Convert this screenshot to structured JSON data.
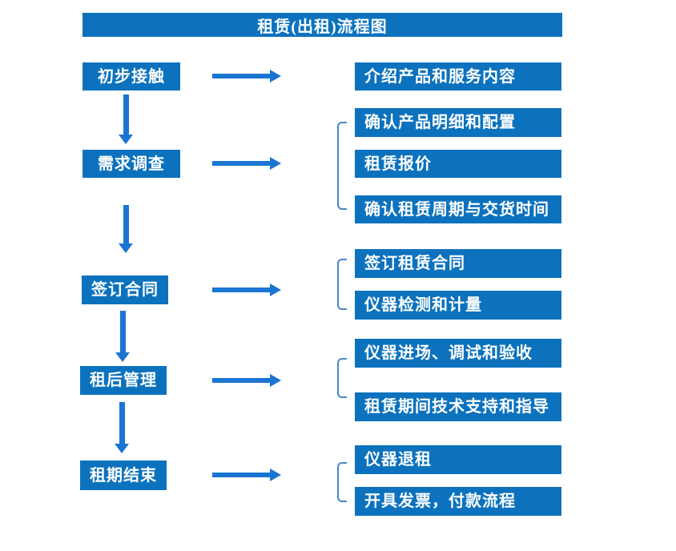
{
  "title": "租赁(出租)流程图",
  "colors": {
    "box_blue": "#0c72be",
    "arrow_blue": "#1a75d2",
    "bracket_blue": "#4a87c8",
    "text_white": "#ffffff"
  },
  "stages": [
    {
      "label": "初步接触",
      "details": [
        "介绍产品和服务内容"
      ]
    },
    {
      "label": "需求调查",
      "details": [
        "确认产品明细和配置",
        "租赁报价",
        "确认租赁周期与交货时间"
      ]
    },
    {
      "label": "签订合同",
      "details": [
        "签订租赁合同",
        "仪器检测和计量"
      ]
    },
    {
      "label": "租后管理",
      "details": [
        "仪器进场、调试和验收",
        "租赁期间技术支持和指导"
      ]
    },
    {
      "label": "租期结束",
      "details": [
        "仪器退租",
        "开具发票，付款流程"
      ]
    }
  ]
}
